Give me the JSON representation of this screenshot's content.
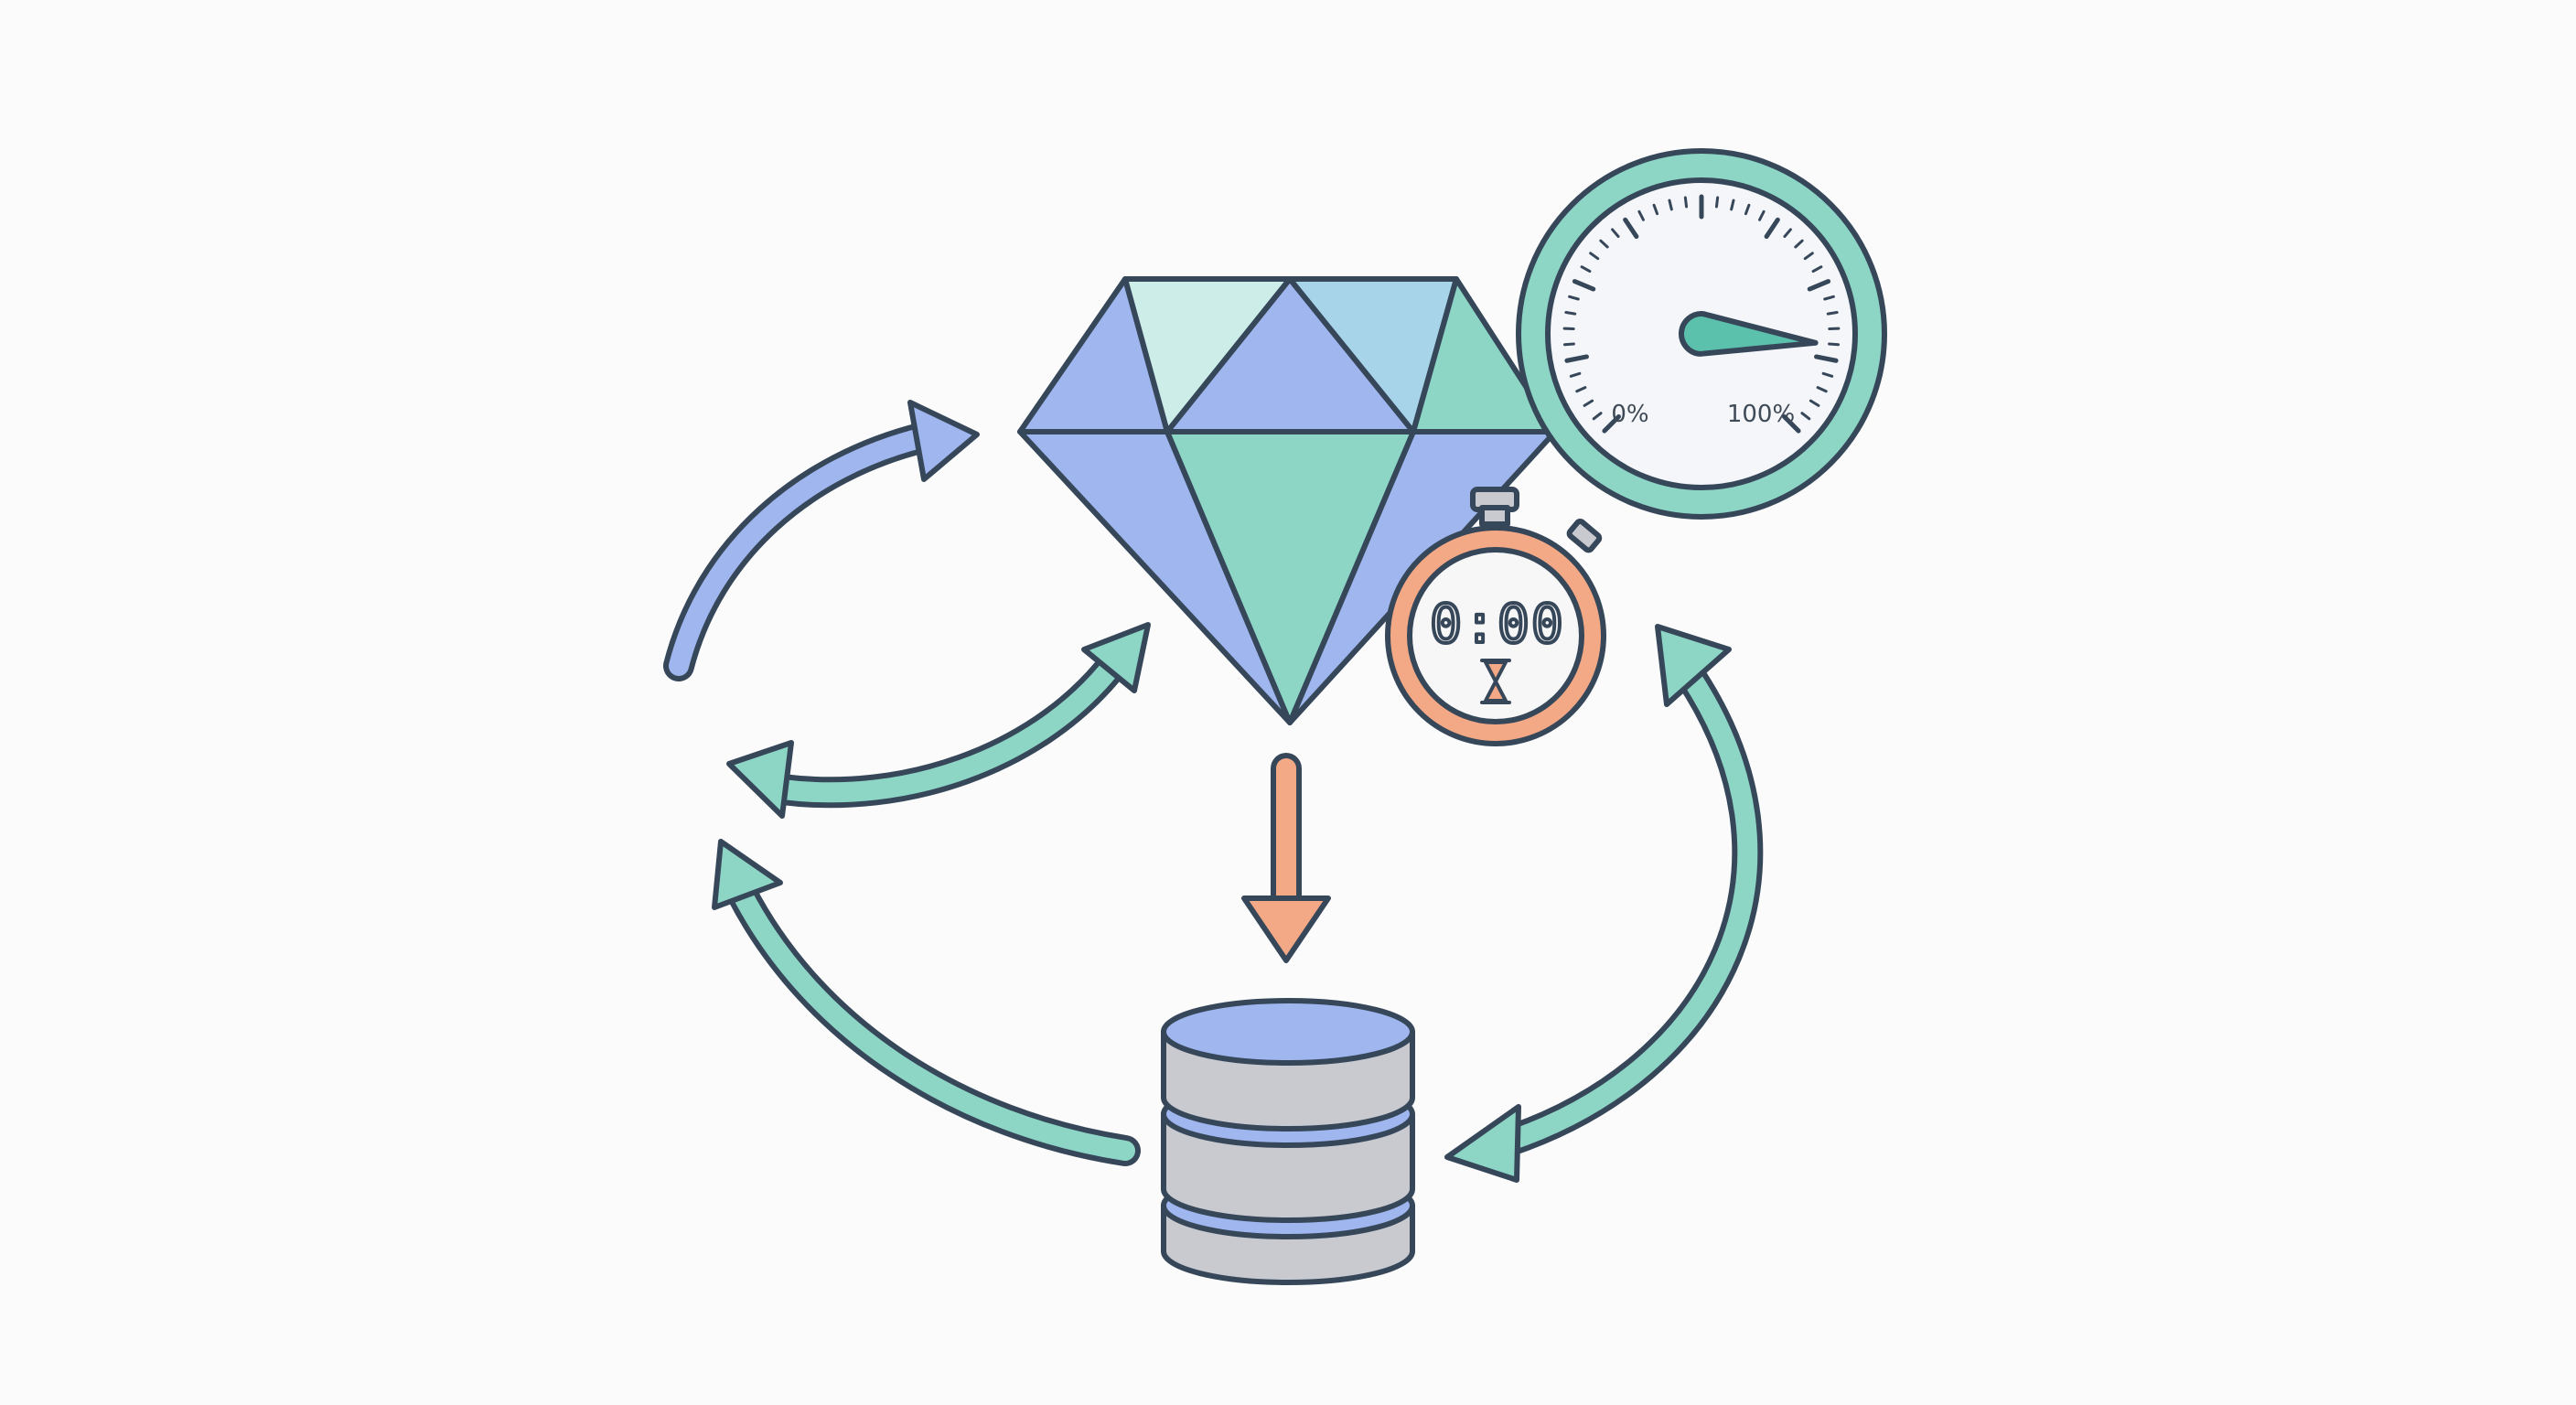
{
  "gauge": {
    "min_label": "0%",
    "max_label": "100%",
    "needle_fraction": 0.85
  },
  "stopwatch": {
    "display": "0:00"
  },
  "colors": {
    "outline": "#37475a",
    "teal": "#8dd6c6",
    "blue": "#9fb6ee",
    "orange": "#f3a985",
    "gray": "#c9cacf",
    "light_teal": "#cdeee8",
    "light_blue": "#a8d4ea"
  },
  "icons": [
    "diamond-icon",
    "gauge-icon",
    "stopwatch-icon",
    "database-icon",
    "cycle-arrows"
  ]
}
